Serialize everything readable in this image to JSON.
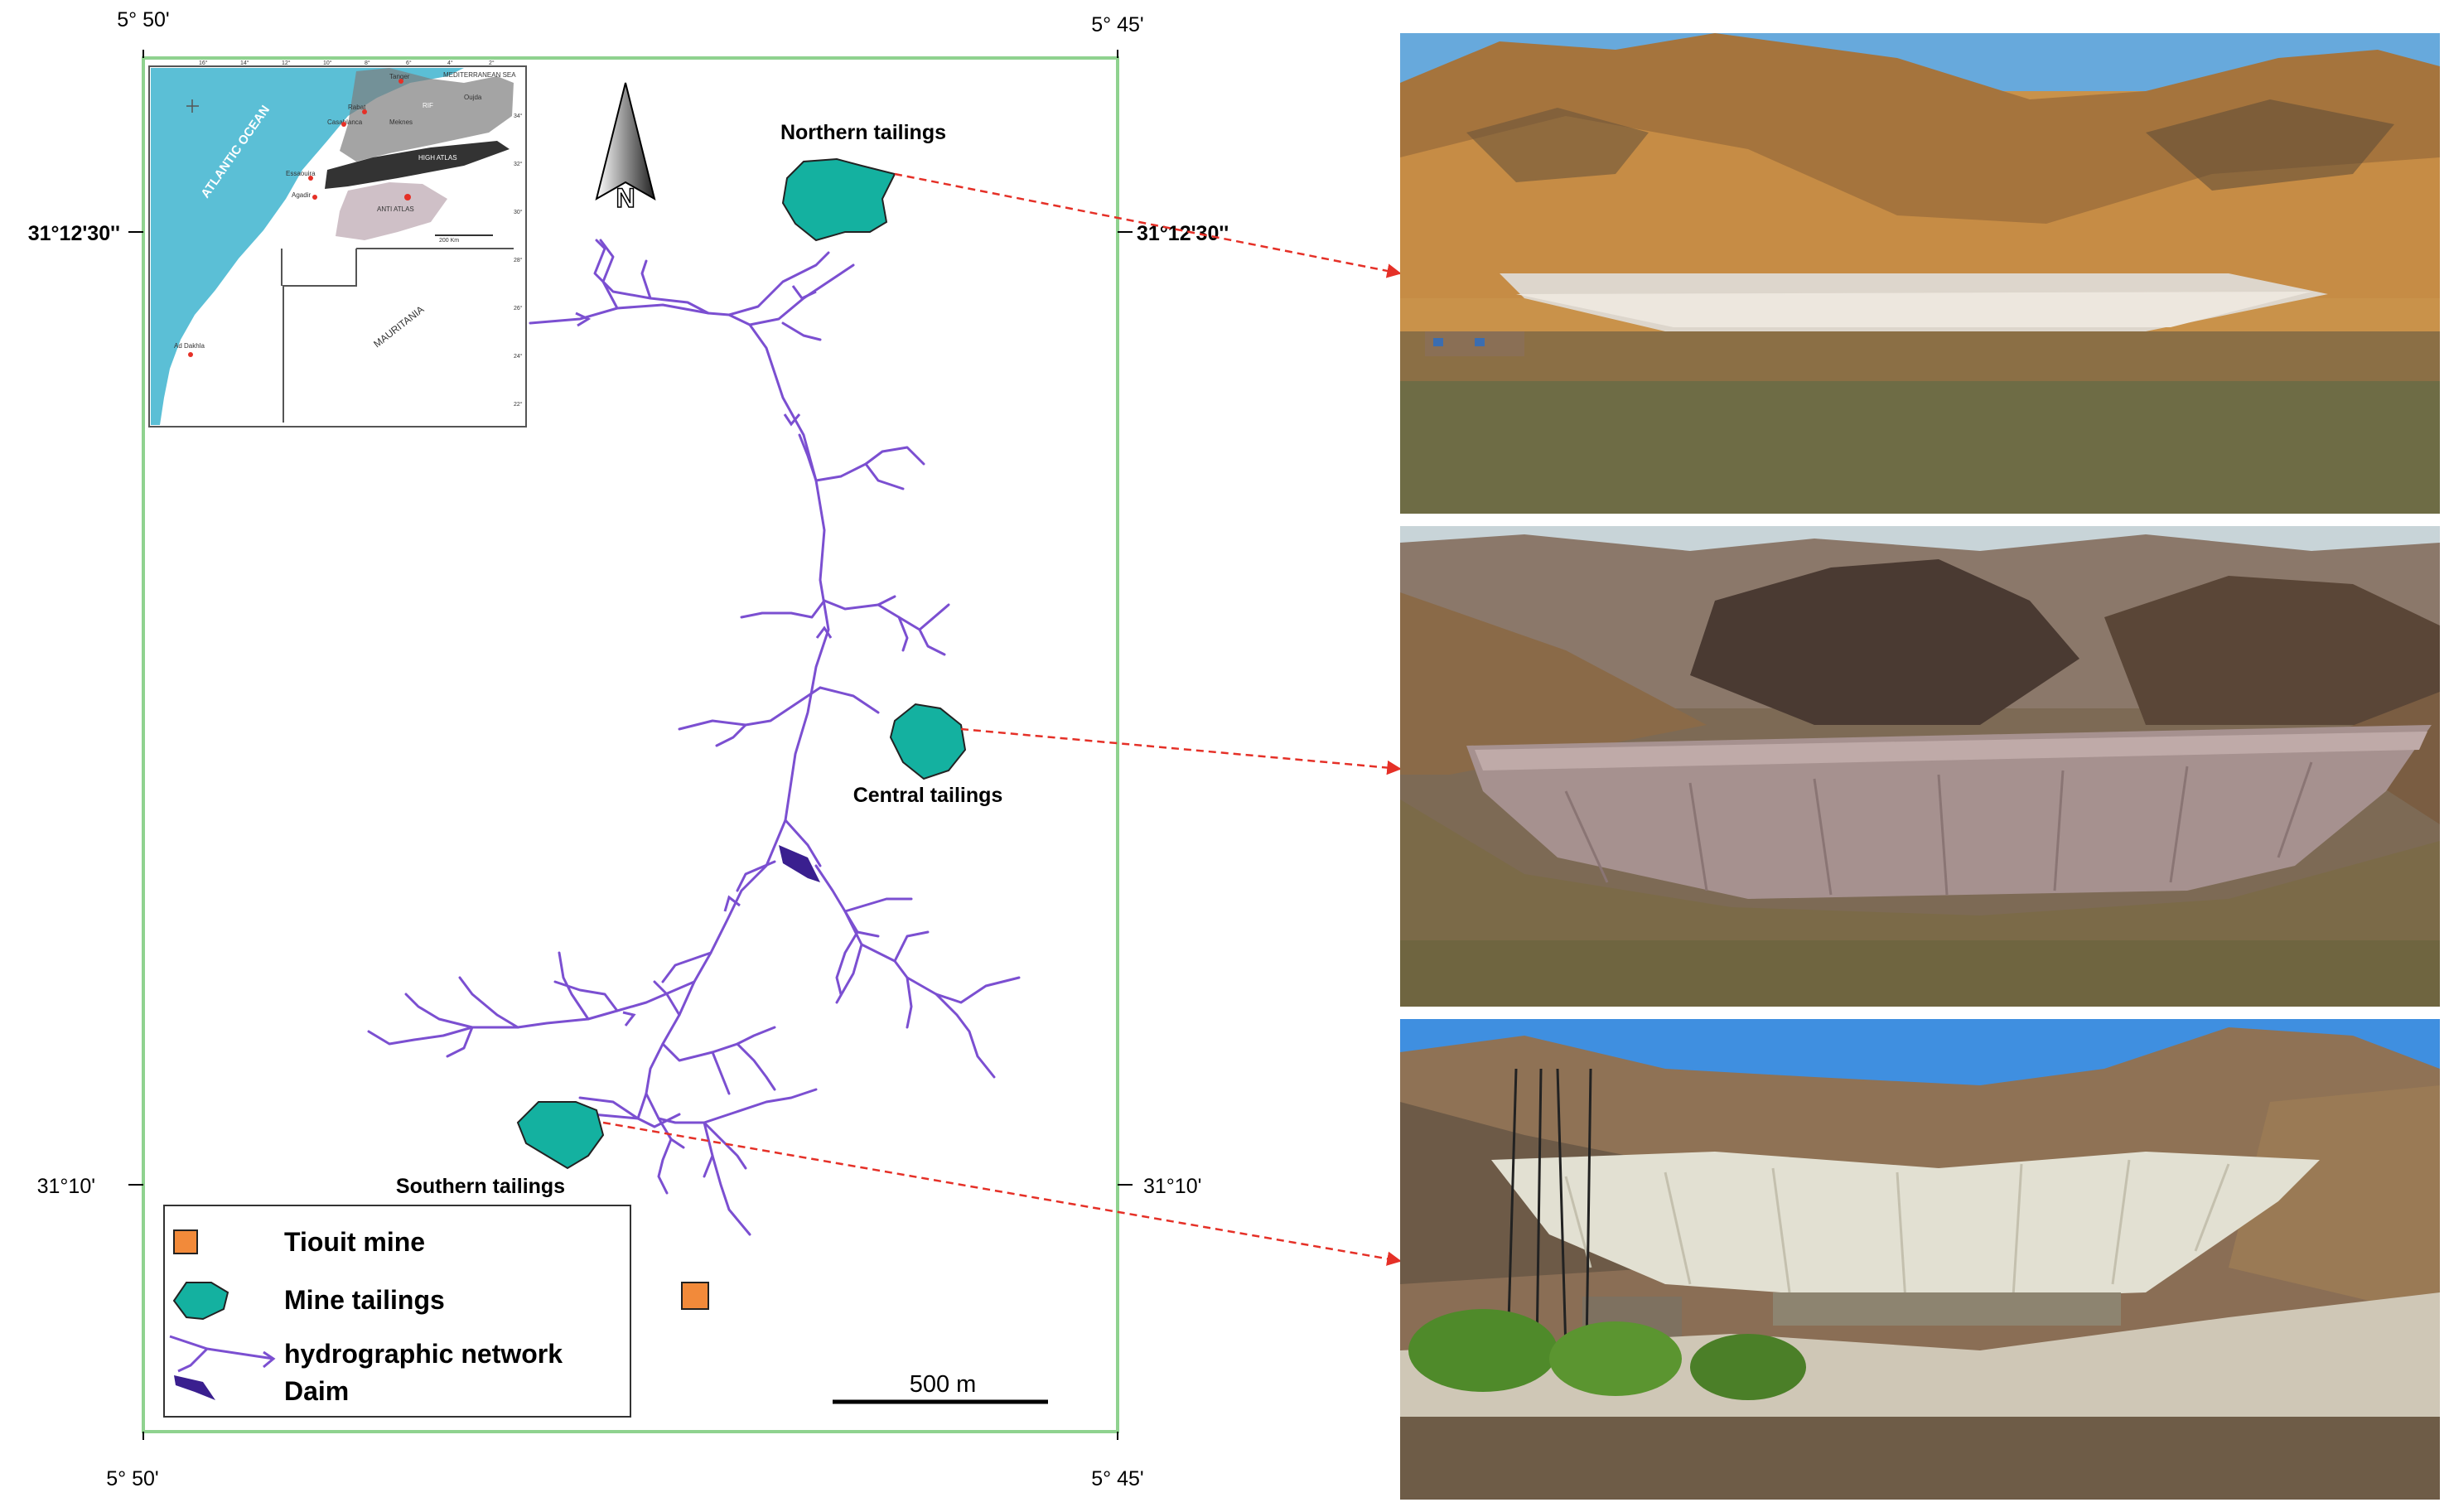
{
  "coordinates": {
    "top_left": "5° 50'",
    "top_right": "5° 45'",
    "bottom_left": "5° 50'",
    "bottom_right": "5° 45'",
    "lat_upper_left": "31°12'30''",
    "lat_upper_right": "31°12'30''",
    "lat_lower_left": "31°10'",
    "lat_lower_right": "31°10'"
  },
  "north_arrow": {
    "letter": "N"
  },
  "labels": {
    "northern_tailings": "Northern tailings",
    "central_tailings": "Central tailings",
    "southern_tailings": "Southern tailings"
  },
  "scale_bar": {
    "label": "500 m"
  },
  "legend": {
    "mine": "Tiouit mine",
    "tailings": "Mine tailings",
    "network": "hydrographic network",
    "dam": "Daim"
  },
  "inset": {
    "ocean": "ATLANTIC OCEAN",
    "sea": "MEDITERRANEAN SEA",
    "country_south": "MAURITANIA",
    "cities": [
      "Tanger",
      "Rabat",
      "Casablanca",
      "Meknes",
      "Essaouira",
      "Agadir",
      "Ad Dakhla",
      "Oujda"
    ],
    "regions": [
      "HIGH ATLAS",
      "ANTI ATLAS",
      "RIF"
    ],
    "lon_ticks": [
      "16°",
      "14°",
      "12°",
      "10°",
      "8°",
      "6°",
      "4°",
      "2°"
    ],
    "lat_ticks": [
      "34°",
      "32°",
      "30°",
      "28°",
      "26°",
      "24°",
      "22°"
    ],
    "scale": "200 Km"
  },
  "colors": {
    "frame": "#8fd28f",
    "tailings": "#14b1a0",
    "network": "#7b4fd1",
    "dam": "#3a1f8f",
    "mine": "#f28a3a",
    "link": "#e53027",
    "ocean": "#5bbfd6"
  }
}
